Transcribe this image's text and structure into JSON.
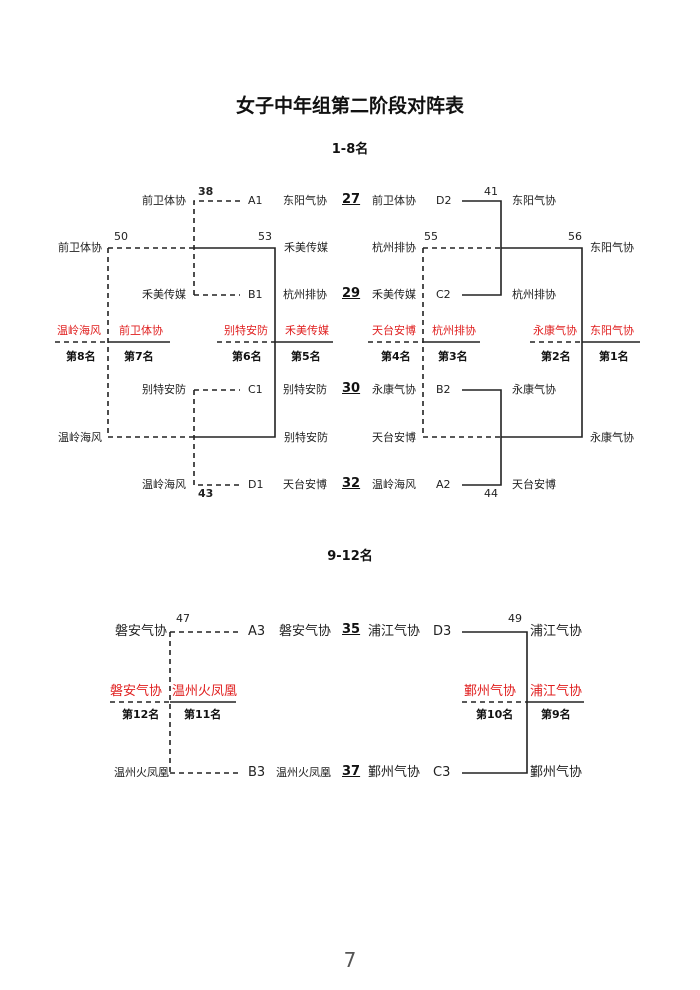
{
  "title": "女子中年组第二阶段对阵表",
  "page_number": "7",
  "section_1_8": {
    "heading": "1-8名",
    "match_numbers": [
      "27",
      "29",
      "30",
      "32"
    ],
    "left": {
      "teams": [
        "前卫体协",
        "禾美传媒",
        "别特安防",
        "温岭海风"
      ],
      "slots": [
        "A1",
        "B1",
        "C1",
        "D1"
      ],
      "games": [
        "38",
        "43",
        "50",
        "53"
      ],
      "outer_teams": [
        "前卫体协",
        "温岭海风"
      ],
      "right_teams": [
        "禾美传媒",
        "别特安防"
      ],
      "result_left": [
        "温岭海风",
        "前卫体协"
      ],
      "result_right": [
        "别特安防",
        "禾美传媒"
      ],
      "ranks": [
        "第8名",
        "第7名",
        "第6名",
        "第5名"
      ],
      "match_side_teams": [
        "东阳气协",
        "杭州排协",
        "别特安防",
        "天台安博"
      ]
    },
    "right": {
      "teams": [
        "前卫体协",
        "禾美传媒",
        "永康气协",
        "温岭海风"
      ],
      "slots": [
        "D2",
        "C2",
        "B2",
        "A2"
      ],
      "games": [
        "41",
        "44",
        "55",
        "56"
      ],
      "winners_inner": [
        "东阳气协",
        "杭州排协",
        "永康气协",
        "天台安博"
      ],
      "middle_teams": [
        "杭州排协",
        "天台安博"
      ],
      "outer_teams": [
        "东阳气协",
        "永康气协"
      ],
      "result_left": [
        "天台安博",
        "杭州排协"
      ],
      "result_right": [
        "永康气协",
        "东阳气协"
      ],
      "ranks": [
        "第4名",
        "第3名",
        "第2名",
        "第1名"
      ]
    }
  },
  "section_9_12": {
    "heading": "9-12名",
    "match_numbers": [
      "35",
      "37"
    ],
    "left": {
      "teams": [
        "磐安气协",
        "温州火凤凰"
      ],
      "slots": [
        "A3",
        "B3"
      ],
      "game": "47",
      "result_left": "磐安气协",
      "result_right": "温州火凤凰",
      "ranks": [
        "第12名",
        "第11名"
      ],
      "match_side_teams": [
        "磐安气协",
        "温州火凤凰"
      ]
    },
    "right": {
      "teams": [
        "浦江气协",
        "鄞州气协"
      ],
      "slots": [
        "D3",
        "C3"
      ],
      "game": "49",
      "winners": [
        "浦江气协",
        "鄞州气协"
      ],
      "result_left": "鄞州气协",
      "result_right": "浦江气协",
      "ranks": [
        "第10名",
        "第9名"
      ]
    }
  },
  "colors": {
    "highlight": "#e02020",
    "line": "#222222"
  }
}
